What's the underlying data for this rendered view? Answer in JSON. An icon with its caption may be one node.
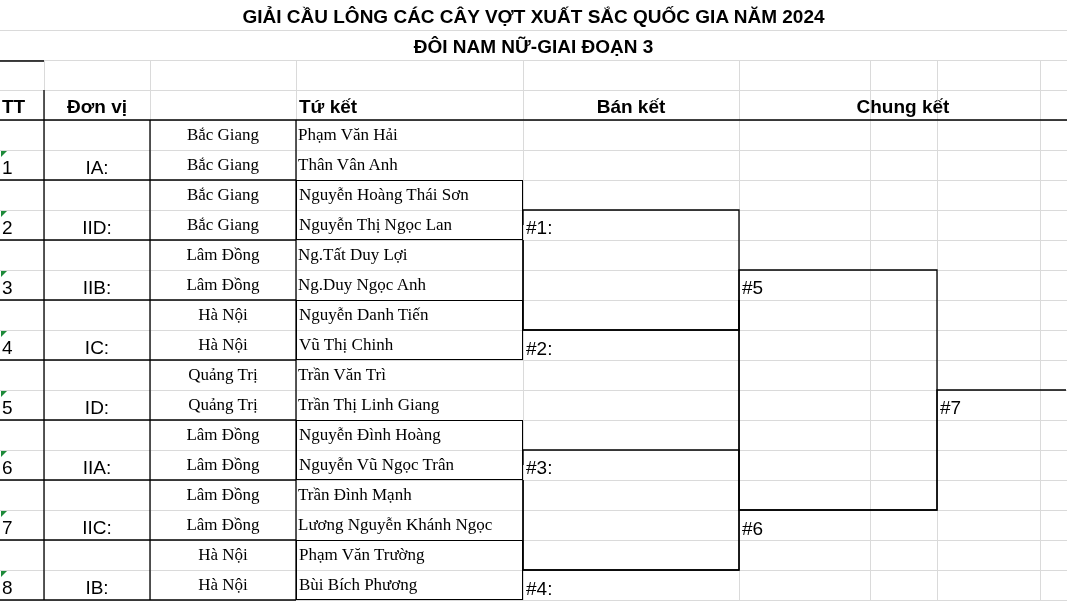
{
  "diagram": {
    "title": "GIẢI CẦU LÔNG CÁC CÂY VỢT XUẤT SẮC QUỐC GIA NĂM 2024",
    "nodes": [
      {
        "text": [
          "Phạm Văn Hải",
          "Thân Vân Anh"
        ]
      },
      {
        "text": [
          "Nguyễn Hoàng Thái Sơn",
          "Nguyễn Thị Ngọc Lan"
        ]
      },
      {
        "text": [
          "Ng.Tất Duy Lợi",
          "Ng.Duy Ngọc Anh"
        ]
      },
      {
        "text": [
          "Nguyễn Danh Tiến",
          "Vũ Thị Chinh"
        ]
      },
      {
        "text": [
          "Trần Văn Trì",
          "Trần Thị Linh Giang"
        ]
      },
      {
        "text": [
          "Nguyễn Đình Hoàng",
          "Nguyễn Vũ Ngọc Trân"
        ]
      },
      {
        "text": [
          "Trần Đình Mạnh",
          "Lương Nguyễn Khánh Ngọc"
        ]
      },
      {
        "text": [
          "Phạm Văn Trường",
          "Bùi Bích Phương"
        ]
      },
      {
        "text": [
          "#1:"
        ]
      },
      {
        "text": [
          "#2:"
        ]
      },
      {
        "text": [
          "#3:"
        ]
      },
      {
        "text": [
          "#4:"
        ]
      },
      {
        "text": [
          "#5"
        ]
      },
      {
        "text": [
          "#6"
        ]
      },
      {
        "text": [
          "#7"
        ]
      }
    ],
    "edges": [
      {
        "from": 1,
        "to": 8,
        "arrow": "none"
      },
      {
        "from": 3,
        "to": 8,
        "arrow": "none"
      },
      {
        "from": 5,
        "to": 10,
        "arrow": "none"
      },
      {
        "from": 7,
        "to": 10,
        "arrow": "none"
      },
      {
        "from": 8,
        "to": 12,
        "arrow": "none"
      },
      {
        "from": 10,
        "to": 12,
        "arrow": "none"
      },
      {
        "from": 12,
        "to": 14,
        "arrow": "none"
      }
    ],
    "labels": [
      "ĐÔI NAM NỮ-GIAI ĐOẠN 3",
      "TT",
      "Đơn vị",
      "Tứ kết",
      "Bán kết",
      "Chung kết",
      "Bắc Giang",
      "1",
      "IA:",
      "Bắc Giang",
      "Bắc Giang",
      "2",
      "IID:",
      "Bắc Giang",
      "Lâm Đồng",
      "3",
      "IIB:",
      "Lâm Đồng",
      "Hà Nội",
      "4",
      "IC:",
      "Hà Nội",
      "Quảng Trị",
      "5",
      "ID:",
      "Quảng Trị",
      "Lâm Đồng",
      "6",
      "IIA:",
      "Lâm Đồng",
      "Lâm Đồng",
      "7",
      "IIC:",
      "Lâm Đồng",
      "Hà Nội",
      "8",
      "IB:",
      "Hà Nội"
    ]
  }
}
